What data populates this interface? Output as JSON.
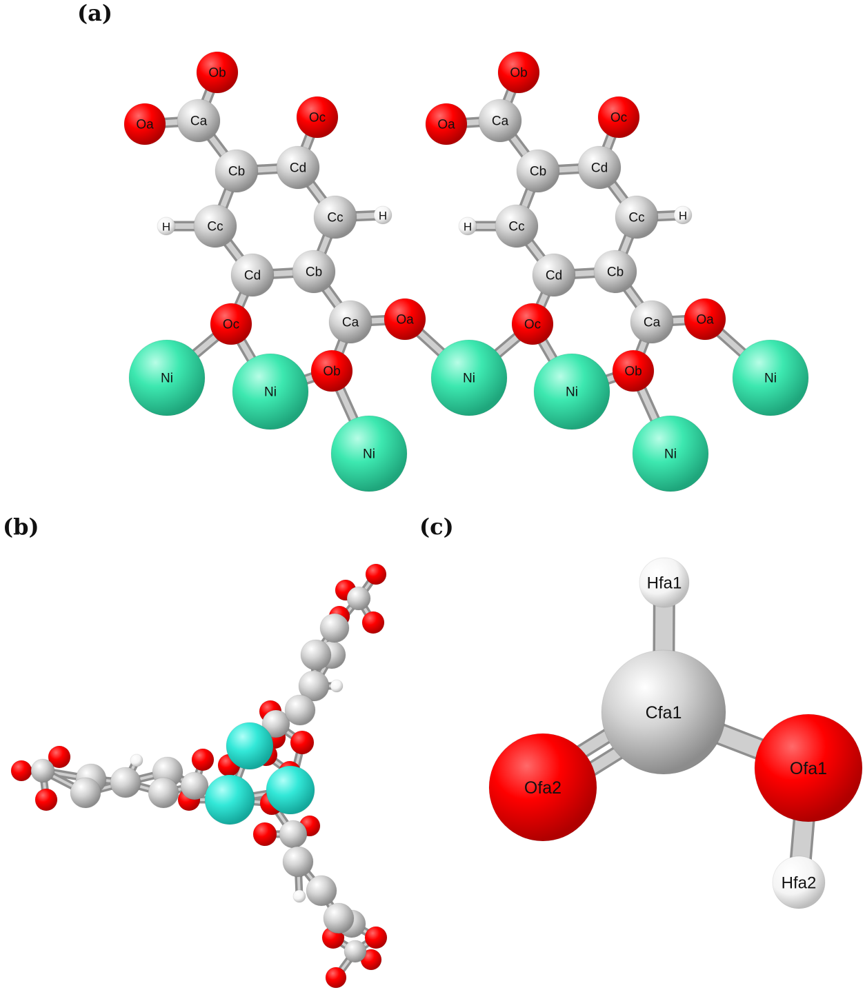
{
  "panels": {
    "a": {
      "label": "(a)"
    },
    "b": {
      "label": "(b)"
    },
    "c": {
      "label": "(c)"
    }
  },
  "colors": {
    "oxygen": "#ff0000",
    "carbon": "#c8c8c8",
    "hydrogen": "#ffffff",
    "nickel": "#3de8b0",
    "nickel_b": "#33e8d8",
    "bond": "#a8a8a8"
  },
  "panel_a": {
    "atoms": [
      {
        "id": "L_Ob",
        "label": "Ob",
        "el": "O"
      },
      {
        "id": "L_Oa1",
        "label": "Oa",
        "el": "O"
      },
      {
        "id": "L_Ca1",
        "label": "Ca",
        "el": "C"
      },
      {
        "id": "L_Oc1",
        "label": "Oc",
        "el": "O"
      },
      {
        "id": "L_Cb1",
        "label": "Cb",
        "el": "C"
      },
      {
        "id": "L_Cd1",
        "label": "Cd",
        "el": "C"
      },
      {
        "id": "L_H1",
        "label": "H",
        "el": "H"
      },
      {
        "id": "L_Cc1",
        "label": "Cc",
        "el": "C"
      },
      {
        "id": "L_Cc2",
        "label": "Cc",
        "el": "C"
      },
      {
        "id": "L_H2",
        "label": "H",
        "el": "H"
      },
      {
        "id": "L_Cd2",
        "label": "Cd",
        "el": "C"
      },
      {
        "id": "L_Cb2",
        "label": "Cb",
        "el": "C"
      },
      {
        "id": "L_Ca2",
        "label": "Ca",
        "el": "C"
      },
      {
        "id": "L_Oa2",
        "label": "Oa",
        "el": "O"
      },
      {
        "id": "L_Oc2",
        "label": "Oc",
        "el": "O"
      },
      {
        "id": "L_Ob2",
        "label": "Ob",
        "el": "O"
      },
      {
        "id": "L_Ni1",
        "label": "Ni",
        "el": "Ni"
      },
      {
        "id": "L_Ni2",
        "label": "Ni",
        "el": "Ni"
      },
      {
        "id": "L_Ni3",
        "label": "Ni",
        "el": "Ni"
      },
      {
        "id": "M_Ni",
        "label": "Ni",
        "el": "Ni"
      },
      {
        "id": "R_Ob",
        "label": "Ob",
        "el": "O"
      },
      {
        "id": "R_Oa1",
        "label": "Oa",
        "el": "O"
      },
      {
        "id": "R_Ca1",
        "label": "Ca",
        "el": "C"
      },
      {
        "id": "R_Oc1",
        "label": "Oc",
        "el": "O"
      },
      {
        "id": "R_Cb1",
        "label": "Cb",
        "el": "C"
      },
      {
        "id": "R_Cd1",
        "label": "Cd",
        "el": "C"
      },
      {
        "id": "R_H1",
        "label": "H",
        "el": "H"
      },
      {
        "id": "R_Cc1",
        "label": "Cc",
        "el": "C"
      },
      {
        "id": "R_Cc2",
        "label": "Cc",
        "el": "C"
      },
      {
        "id": "R_H2",
        "label": "H",
        "el": "H"
      },
      {
        "id": "R_Cd2",
        "label": "Cd",
        "el": "C"
      },
      {
        "id": "R_Cb2",
        "label": "Cb",
        "el": "C"
      },
      {
        "id": "R_Ca2",
        "label": "Ca",
        "el": "C"
      },
      {
        "id": "R_Oa2",
        "label": "Oa",
        "el": "O"
      },
      {
        "id": "R_Oc2",
        "label": "Oc",
        "el": "O"
      },
      {
        "id": "R_Ob2",
        "label": "Ob",
        "el": "O"
      },
      {
        "id": "R_Ni1",
        "label": "Ni",
        "el": "Ni"
      },
      {
        "id": "R_Ni2",
        "label": "Ni",
        "el": "Ni"
      },
      {
        "id": "R_Ni3",
        "label": "Ni",
        "el": "Ni"
      }
    ]
  },
  "panel_c": {
    "atoms": [
      {
        "id": "Hfa1",
        "label": "Hfa1",
        "el": "H"
      },
      {
        "id": "Cfa1",
        "label": "Cfa1",
        "el": "C"
      },
      {
        "id": "Ofa2",
        "label": "Ofa2",
        "el": "O"
      },
      {
        "id": "Ofa1",
        "label": "Ofa1",
        "el": "O"
      },
      {
        "id": "Hfa2",
        "label": "Hfa2",
        "el": "H"
      }
    ]
  }
}
